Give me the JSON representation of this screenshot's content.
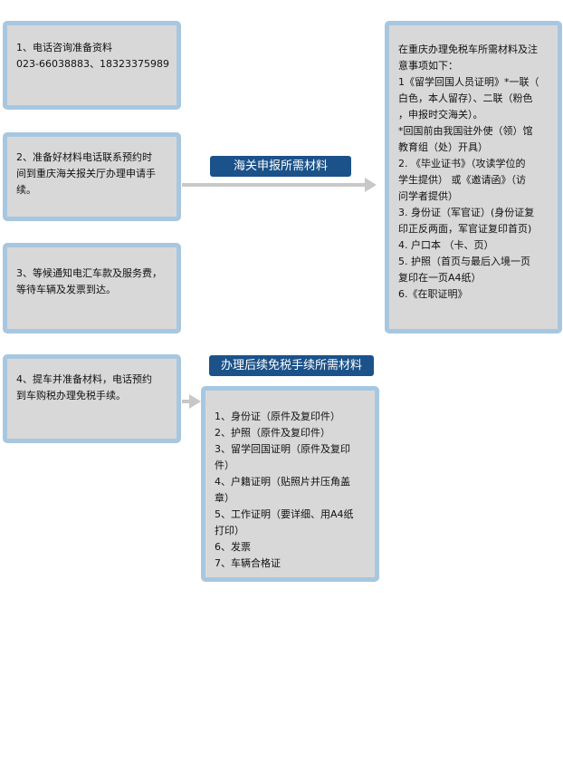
{
  "steps": [
    {
      "lines": [
        "1、电话咨询准备资料",
        "023-66038883、18323375989"
      ]
    },
    {
      "lines": [
        "2、准备好材料电话联系预约时",
        "间到重庆海关报关厅办理申请手",
        "续。"
      ]
    },
    {
      "lines": [
        "3、等候通知电汇车款及服务费，",
        "等待车辆及发票到达。"
      ]
    },
    {
      "lines": [
        "4、提车并准备材料，电话预约",
        "到车购税办理免税手续。"
      ]
    }
  ],
  "customs_label": "海关申报所需材料",
  "followup_label": "办理后续免税手续所需材料",
  "customs_materials": [
    "在重庆办理免税车所需材料及注",
    "意事项如下：",
    "1《留学回国人员证明》*一联（",
    "白色，本人留存）、二联（粉色",
    "，申报时交海关）。",
    "*回国前由我国驻外使（领）馆",
    "教育组（处）开具）",
    "2. 《毕业证书》（攻读学位的",
    "学生提供） 或《邀请函》（访",
    "问学者提供）",
    "3. 身份证（军官证）(身份证复",
    "印正反两面，军官证复印首页)",
    "4. 户口本 （卡、页）",
    "5. 护照（首页与最后入境一页",
    "复印在一页A4纸）",
    "6.《在职证明》"
  ],
  "followup_materials": [
    "1、身份证（原件及复印件）",
    "2、护照（原件及复印件）",
    "3、留学回国证明（原件及复印",
    "件）",
    "4、户籍证明（贴照片并压角盖",
    "章）",
    "5、工作证明（要详细、用A4纸",
    "打印）",
    "6、发票",
    "7、车辆合格证"
  ]
}
